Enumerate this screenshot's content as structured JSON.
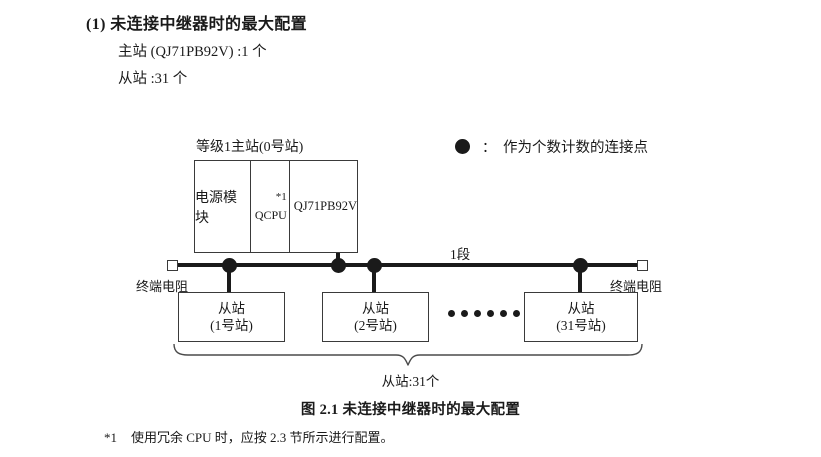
{
  "section": {
    "heading": "(1) 未连接中继器时的最大配置",
    "line1": "主站 (QJ71PB92V) :1 个",
    "line2": "从站 :31 个"
  },
  "legend": {
    "symbol": "filled-circle",
    "separator": "：",
    "text": "作为个数计数的连接点"
  },
  "diagram": {
    "master": {
      "label": "等级1主站(0号站)",
      "modules": [
        {
          "name": "电源模块"
        },
        {
          "name": "QCPU",
          "footnote_mark": "*1"
        },
        {
          "name_line1": "QJ71",
          "name_line2": "PB92V"
        }
      ]
    },
    "segment_label": "1段",
    "terminator_left_label": "终端电阻",
    "terminator_right_label": "终端电阻",
    "slaves": [
      {
        "title": "从站",
        "station": "(1号站)"
      },
      {
        "title": "从站",
        "station": "(2号站)"
      },
      {
        "title": "从站",
        "station": "(31号站)"
      }
    ],
    "ellipsis_count": 6,
    "brace_label": "从站:31个"
  },
  "figure": {
    "caption": "图 2.1  未连接中继器时的最大配置"
  },
  "footnote": {
    "mark": "*1",
    "text": "使用冗余 CPU 时，应按 2.3 节所示进行配置。"
  },
  "colors": {
    "ink": "#1a1a1a",
    "stroke": "#3a3a3a",
    "page": "#ffffff"
  }
}
